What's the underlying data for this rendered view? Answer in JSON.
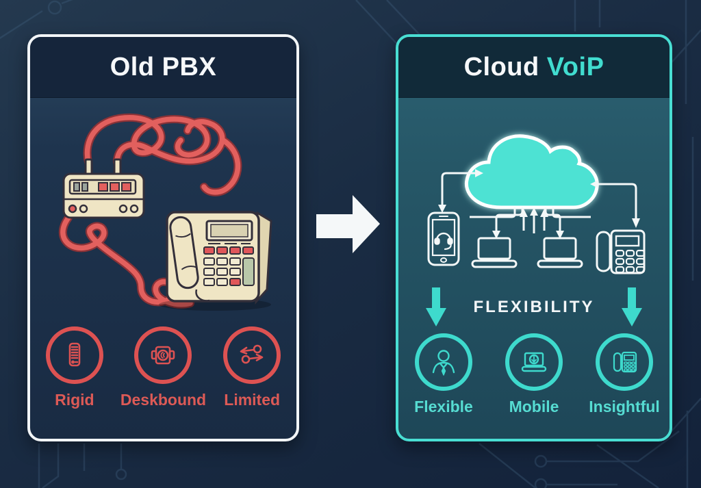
{
  "left_panel": {
    "title": "Old PBX",
    "features": [
      {
        "label": "Rigid",
        "icon": "server-tower-icon"
      },
      {
        "label": "Deskbound",
        "icon": "desk-device-icon"
      },
      {
        "label": "Limited",
        "icon": "network-nodes-icon"
      }
    ]
  },
  "right_panel": {
    "title": {
      "primary": "Cloud",
      "accent": "VoiP"
    },
    "keyword": "FLEXIBILITY",
    "features": [
      {
        "label": "Flexible",
        "icon": "business-person-icon"
      },
      {
        "label": "Mobile",
        "icon": "laptop-sync-icon"
      },
      {
        "label": "Insightful",
        "icon": "desk-phone-icon"
      }
    ]
  },
  "icons": {
    "center": "right-arrow-icon",
    "cloud": "cloud-icon",
    "devices": [
      "smartphone-headset-icon",
      "laptop-icon",
      "laptop-icon",
      "desk-phone-icon"
    ],
    "flex_arrows": "down-arrow-icon"
  },
  "colors": {
    "background": "#1a2c43",
    "old_accent": "#dd5252",
    "cloud_accent": "#41dccf",
    "cloud_fill": "#4ee2d3",
    "panel_border_left": "#f2f5f7",
    "panel_border_right": "#49ded3",
    "arrow": "#ffffff"
  }
}
